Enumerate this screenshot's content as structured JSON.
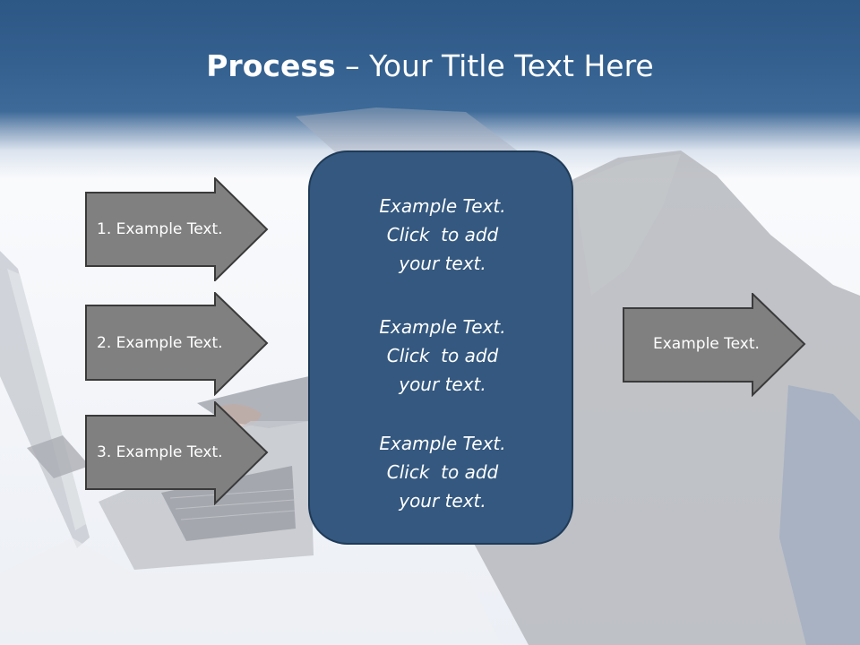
{
  "title": {
    "bold": "Process",
    "rest": " – Your Title Text Here"
  },
  "left_arrows": [
    {
      "label": "1. Example Text."
    },
    {
      "label": "2. Example Text."
    },
    {
      "label": "3. Example Text."
    }
  ],
  "center_box": {
    "blocks": [
      {
        "line1": "Example Text.",
        "line2": "Click  to add",
        "line3": "your text."
      },
      {
        "line1": "Example Text.",
        "line2": "Click  to add",
        "line3": "your text."
      },
      {
        "line1": "Example Text.",
        "line2": "Click  to add",
        "line3": "your text."
      }
    ]
  },
  "right_arrow": {
    "label": "Example Text."
  },
  "colors": {
    "header": "#2d5785",
    "arrow_fill": "#808080",
    "center_box_fill": "#34587f",
    "text": "#ffffff"
  }
}
